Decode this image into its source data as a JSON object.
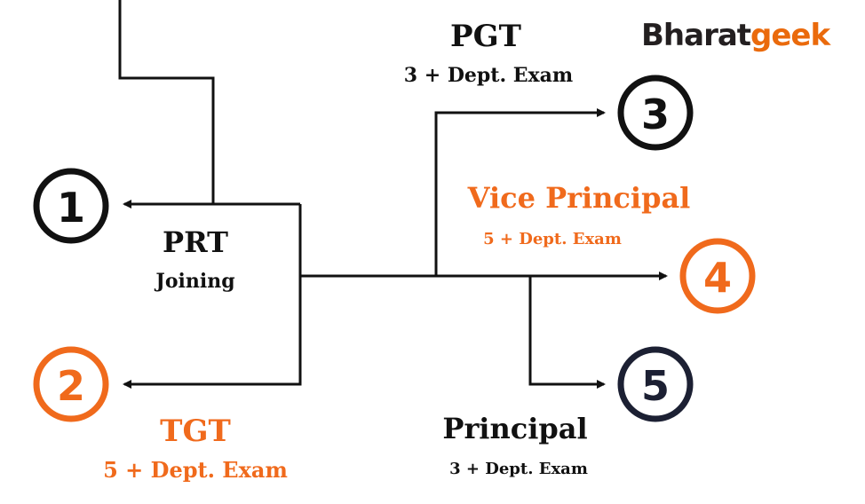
{
  "logo": {
    "part1": "Bharat",
    "part2": "geek"
  },
  "colors": {
    "black": "#111111",
    "orange": "#f06a1c",
    "navy": "#1c2033"
  },
  "nodes": [
    {
      "number": "1",
      "title": "PRT",
      "subtitle": "Joining"
    },
    {
      "number": "2",
      "title": "TGT",
      "subtitle": "5 + Dept. Exam"
    },
    {
      "number": "3",
      "title": "PGT",
      "subtitle": "3 + Dept. Exam"
    },
    {
      "number": "4",
      "title": "Vice Principal",
      "subtitle": "5 + Dept. Exam"
    },
    {
      "number": "5",
      "title": "Principal",
      "subtitle": "3 + Dept. Exam"
    }
  ]
}
